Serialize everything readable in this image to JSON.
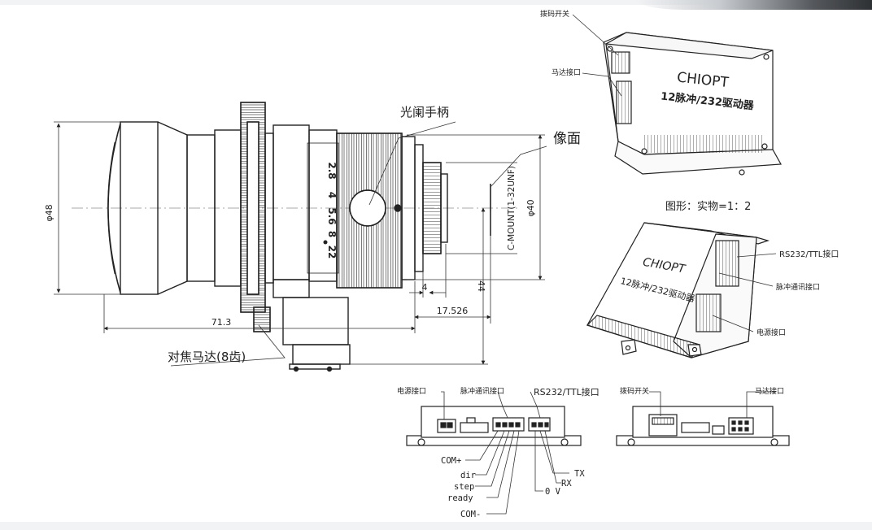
{
  "labels": {
    "aperture_handle": "光阑手柄",
    "image_plane": "像面",
    "focus_motor": "对焦马达(8齿)",
    "scale": "图形：实物=1：2",
    "c_mount": "C-MOUNT(1-32UNF)",
    "dia_48": "φ48",
    "dia_40": "φ40",
    "dim_4": "4",
    "dim_44": "44",
    "dim_17526": "17.526",
    "dim_713": "71.3",
    "f_stops": [
      "2.8",
      "4",
      "5.6",
      "8",
      "22"
    ]
  },
  "driver": {
    "brand": "CHIOPT",
    "model": "12脉冲/232驱动器",
    "dip_switch": "拨码开关",
    "motor_port": "马达接口",
    "rs232_port": "RS232/TTL接口",
    "pulse_port": "脉冲通讯接口",
    "power_port": "电源接口"
  },
  "pins": {
    "com_plus": "COM+",
    "dir": "dir",
    "step": "step",
    "ready": "ready",
    "com_minus": "COM-",
    "tx": "TX",
    "rx": "RX",
    "zero_v": "0 V"
  }
}
